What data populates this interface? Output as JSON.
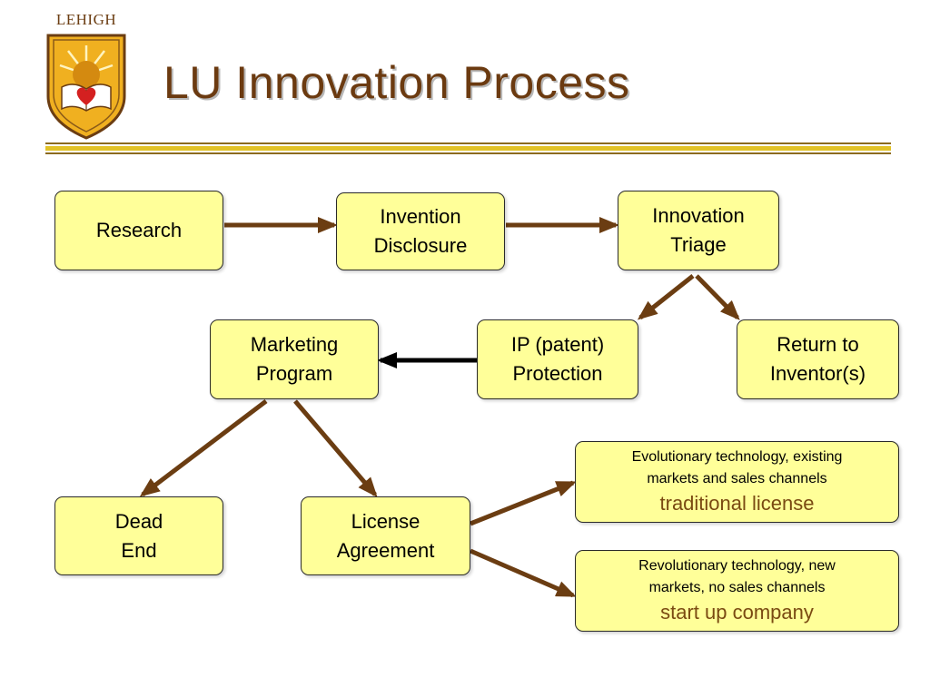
{
  "logo": {
    "wordmark": "LEHIGH"
  },
  "title": "LU Innovation Process",
  "nodes": {
    "research": {
      "line1": "Research"
    },
    "invention": {
      "line1": "Invention",
      "line2": "Disclosure"
    },
    "triage": {
      "line1": "Innovation",
      "line2": "Triage"
    },
    "marketing": {
      "line1": "Marketing",
      "line2": "Program"
    },
    "ip": {
      "line1": "IP (patent)",
      "line2": "Protection"
    },
    "return_inventor": {
      "line1": "Return to",
      "line2": "Inventor(s)"
    },
    "dead_end": {
      "line1": "Dead",
      "line2": "End"
    },
    "license": {
      "line1": "License",
      "line2": "Agreement"
    },
    "evolutionary": {
      "line1": "Evolutionary technology, existing",
      "line2": "markets and sales channels",
      "outcome": "traditional license"
    },
    "revolutionary": {
      "line1": "Revolutionary technology, new",
      "line2": "markets, no sales channels",
      "outcome": "start up company"
    }
  },
  "colors": {
    "box_fill": "#ffff99",
    "arrow_brown": "#6b3d12",
    "arrow_black": "#000000",
    "title": "#6b3a10",
    "outcome_text": "#7a4a12"
  }
}
